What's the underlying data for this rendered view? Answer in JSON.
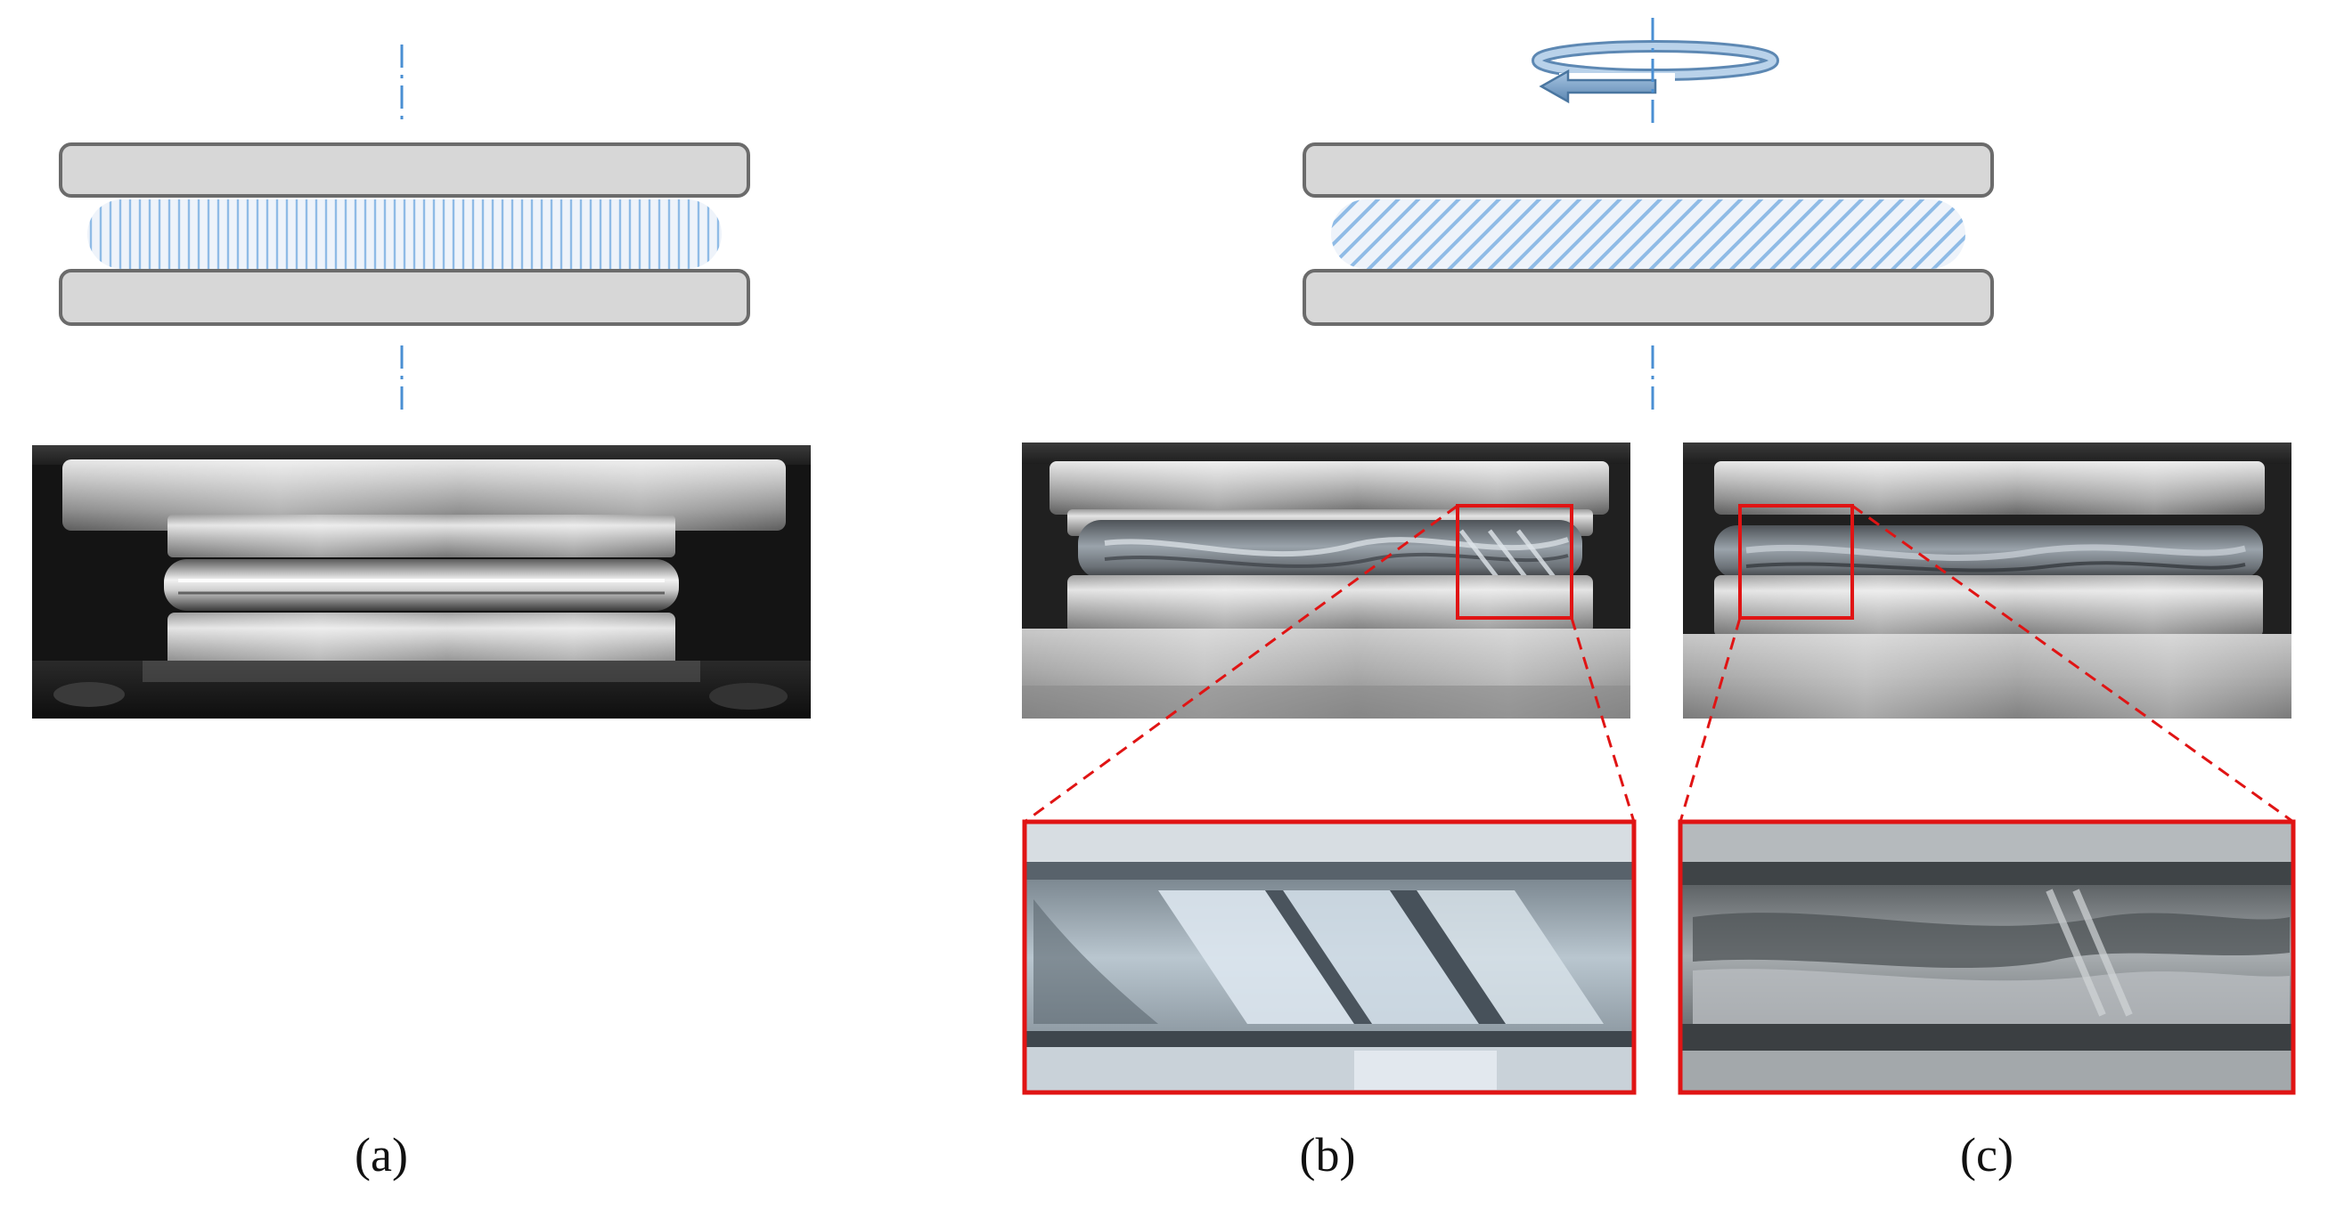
{
  "figure": {
    "colors": {
      "plate_fill": "#d7d7d7",
      "plate_stroke": "#6b6b6b",
      "axis_line": "#4a8fd3",
      "hatch": "#8fbbe6",
      "specimen_fill": "#eef3fa",
      "rotation_arrow": "#6f98bf",
      "zoom_frame": "#e01414"
    },
    "panels": [
      {
        "id": "a",
        "caption": "(a)",
        "loading": "static-compression",
        "specimen_hatch": "vertical",
        "photo": "metal-disc-uniform-gap",
        "has_zoom": false
      },
      {
        "id": "b",
        "caption": "(b)",
        "loading": "compression-with-torsion",
        "specimen_hatch": "diagonal",
        "photo": "metal-disc-spiral-flow",
        "has_zoom": true,
        "zoom_detail": "helical-bands"
      },
      {
        "id": "c",
        "caption": "(c)",
        "loading": "compression-with-torsion",
        "specimen_hatch": "diagonal",
        "photo": "metal-disc-smeared-flow",
        "has_zoom": true,
        "zoom_detail": "smeared-layer"
      }
    ],
    "icons": [
      "rotation-arrow-icon",
      "symmetry-axis-icon"
    ]
  }
}
